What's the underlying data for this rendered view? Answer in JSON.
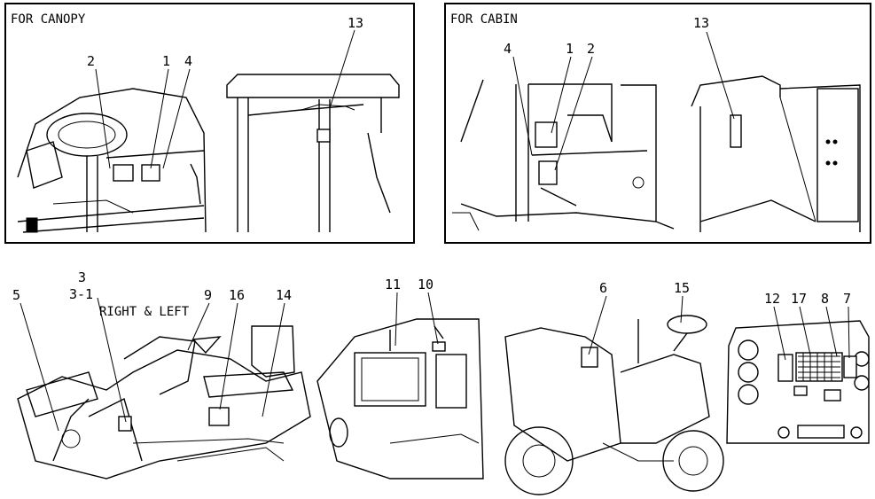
{
  "panels": {
    "canopy": {
      "title": "FOR CANOPY"
    },
    "cabin": {
      "title": "FOR CABIN"
    }
  },
  "labels": {
    "canopy_2": "2",
    "canopy_1": "1",
    "canopy_4": "4",
    "canopy_13": "13",
    "cabin_4": "4",
    "cabin_1": "1",
    "cabin_2": "2",
    "cabin_13": "13",
    "bottom_3": "3",
    "bottom_3_1": "3-1",
    "bottom_5": "5",
    "bottom_9": "9",
    "bottom_16": "16",
    "bottom_14": "14",
    "right_and_left": "RIGHT & LEFT",
    "bottom_11": "11",
    "bottom_10": "10",
    "bottom_6": "6",
    "bottom_15": "15",
    "bottom_12": "12",
    "bottom_17": "17",
    "bottom_8": "8",
    "bottom_7": "7"
  }
}
